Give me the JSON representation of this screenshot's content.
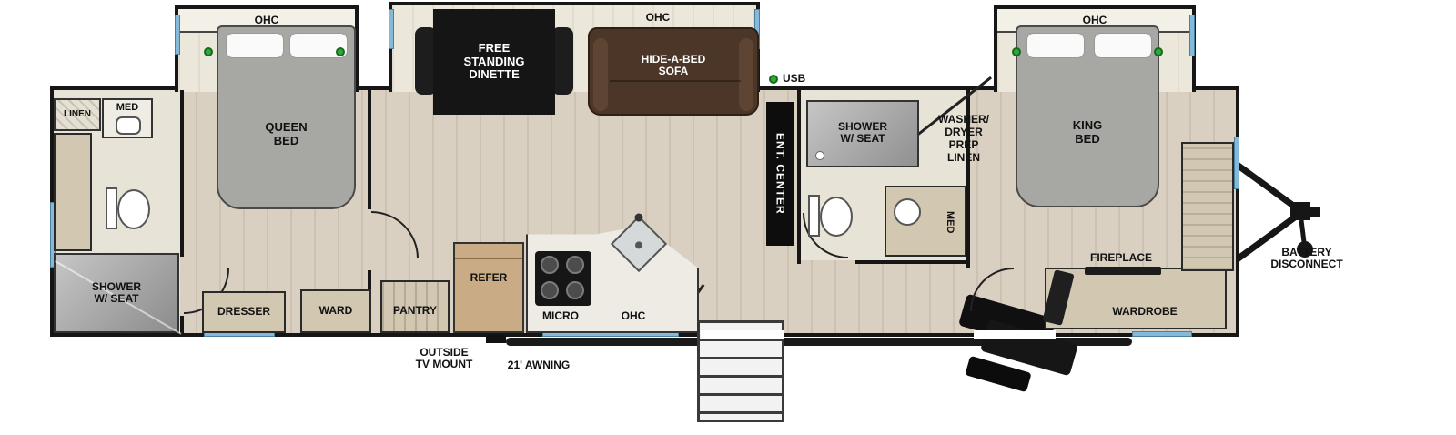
{
  "rear_bath": {
    "linen": "LINEN",
    "med": "MED",
    "shower": "SHOWER\nW/ SEAT"
  },
  "queen_bedroom": {
    "ohc": "OHC",
    "bed": "QUEEN\nBED",
    "dresser": "DRESSER",
    "ward": "WARD"
  },
  "dinette_slide": {
    "dinette": "FREE\nSTANDING\nDINETTE",
    "ohc": "OHC",
    "sofa": "HIDE-A-BED\nSOFA"
  },
  "kitchen": {
    "pantry": "PANTRY",
    "refer": "REFER",
    "micro": "MICRO",
    "ohc": "OHC"
  },
  "living": {
    "usb": "USB",
    "ent_center": "ENT. CENTER"
  },
  "mid_bath": {
    "shower": "SHOWER\nW/ SEAT",
    "washer_dryer": "WASHER/\nDRYER\nPREP\nLINEN",
    "med": "MED"
  },
  "king_bedroom": {
    "ohc": "OHC",
    "bed": "KING\nBED",
    "fireplace": "FIREPLACE",
    "wardrobe": "WARDROBE"
  },
  "exterior": {
    "battery": "BATTERY\nDISCONNECT",
    "tv_mount": "OUTSIDE\nTV MOUNT",
    "awning": "21' AWNING"
  },
  "colors": {
    "accent_green": "#2fa93b",
    "window_blue": "#85b9da",
    "sofa_brown": "#4b3627",
    "wall_black": "#161616",
    "floor_wood": "#d9d0c2"
  }
}
